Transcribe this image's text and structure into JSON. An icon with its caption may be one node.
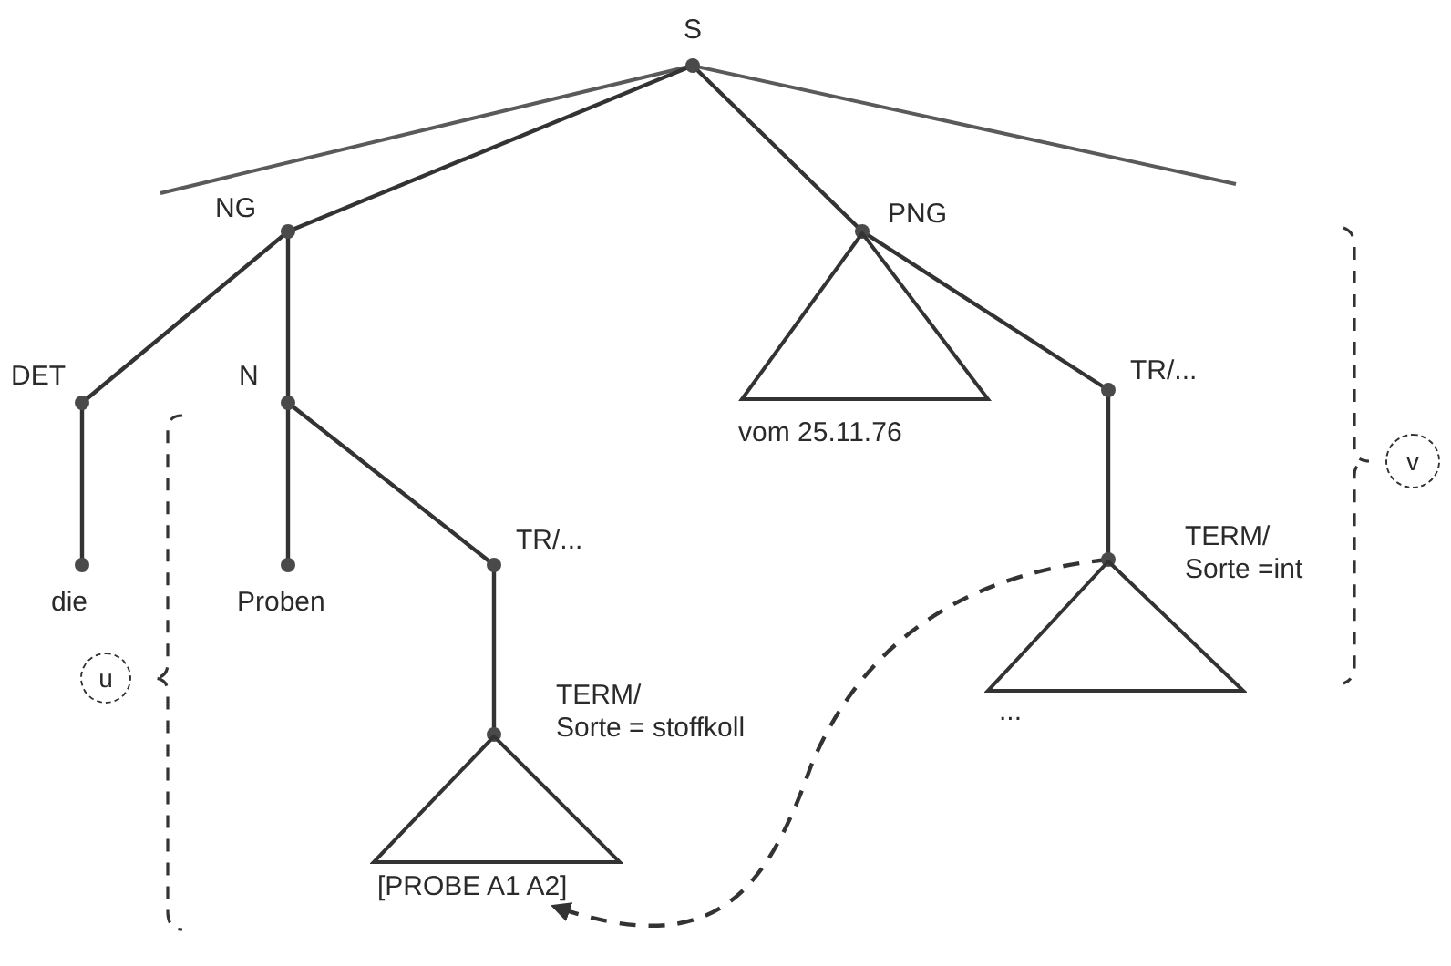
{
  "diagram": {
    "nodes": [
      {
        "text": [
          "S"
        ]
      },
      {
        "text": [
          "NG"
        ]
      },
      {
        "text": [
          "PNG"
        ]
      },
      {
        "text": [
          "vom 25.11.76"
        ]
      },
      {
        "text": [
          "DET"
        ]
      },
      {
        "text": [
          "N"
        ]
      },
      {
        "text": [
          "TR/..."
        ]
      },
      {
        "text": [
          "v"
        ]
      },
      {
        "text": [
          "TR/..."
        ]
      },
      {
        "text": [
          "TERM/ Sorte =int"
        ]
      },
      {
        "text": [
          "..."
        ]
      },
      {
        "text": [
          "die"
        ]
      },
      {
        "text": [
          "Proben"
        ]
      },
      {
        "text": [
          "u"
        ]
      },
      {
        "text": [
          "TERM/ Sorte = stoffkoll"
        ]
      },
      {
        "text": [
          "[PROBE A1 A2]"
        ]
      }
    ],
    "edges": [
      {
        "from": 0,
        "to": null,
        "arrow": "none"
      },
      {
        "from": 0,
        "to": 1,
        "arrow": "none"
      },
      {
        "from": 0,
        "to": 2,
        "arrow": "none"
      },
      {
        "from": 0,
        "to": null,
        "arrow": "none"
      },
      {
        "from": 1,
        "to": 4,
        "arrow": "none"
      },
      {
        "from": 1,
        "to": 5,
        "arrow": "none"
      },
      {
        "from": 2,
        "to": 6,
        "arrow": "none"
      },
      {
        "from": 4,
        "to": 11,
        "arrow": "none"
      },
      {
        "from": 5,
        "to": 12,
        "arrow": "none"
      },
      {
        "from": 5,
        "to": 8,
        "arrow": "none"
      },
      {
        "from": 6,
        "to": 9,
        "arrow": "none"
      },
      {
        "from": 8,
        "to": 14,
        "arrow": "none"
      },
      {
        "from": 9,
        "to": 15,
        "arrow": "to",
        "style": "dashed"
      }
    ]
  }
}
